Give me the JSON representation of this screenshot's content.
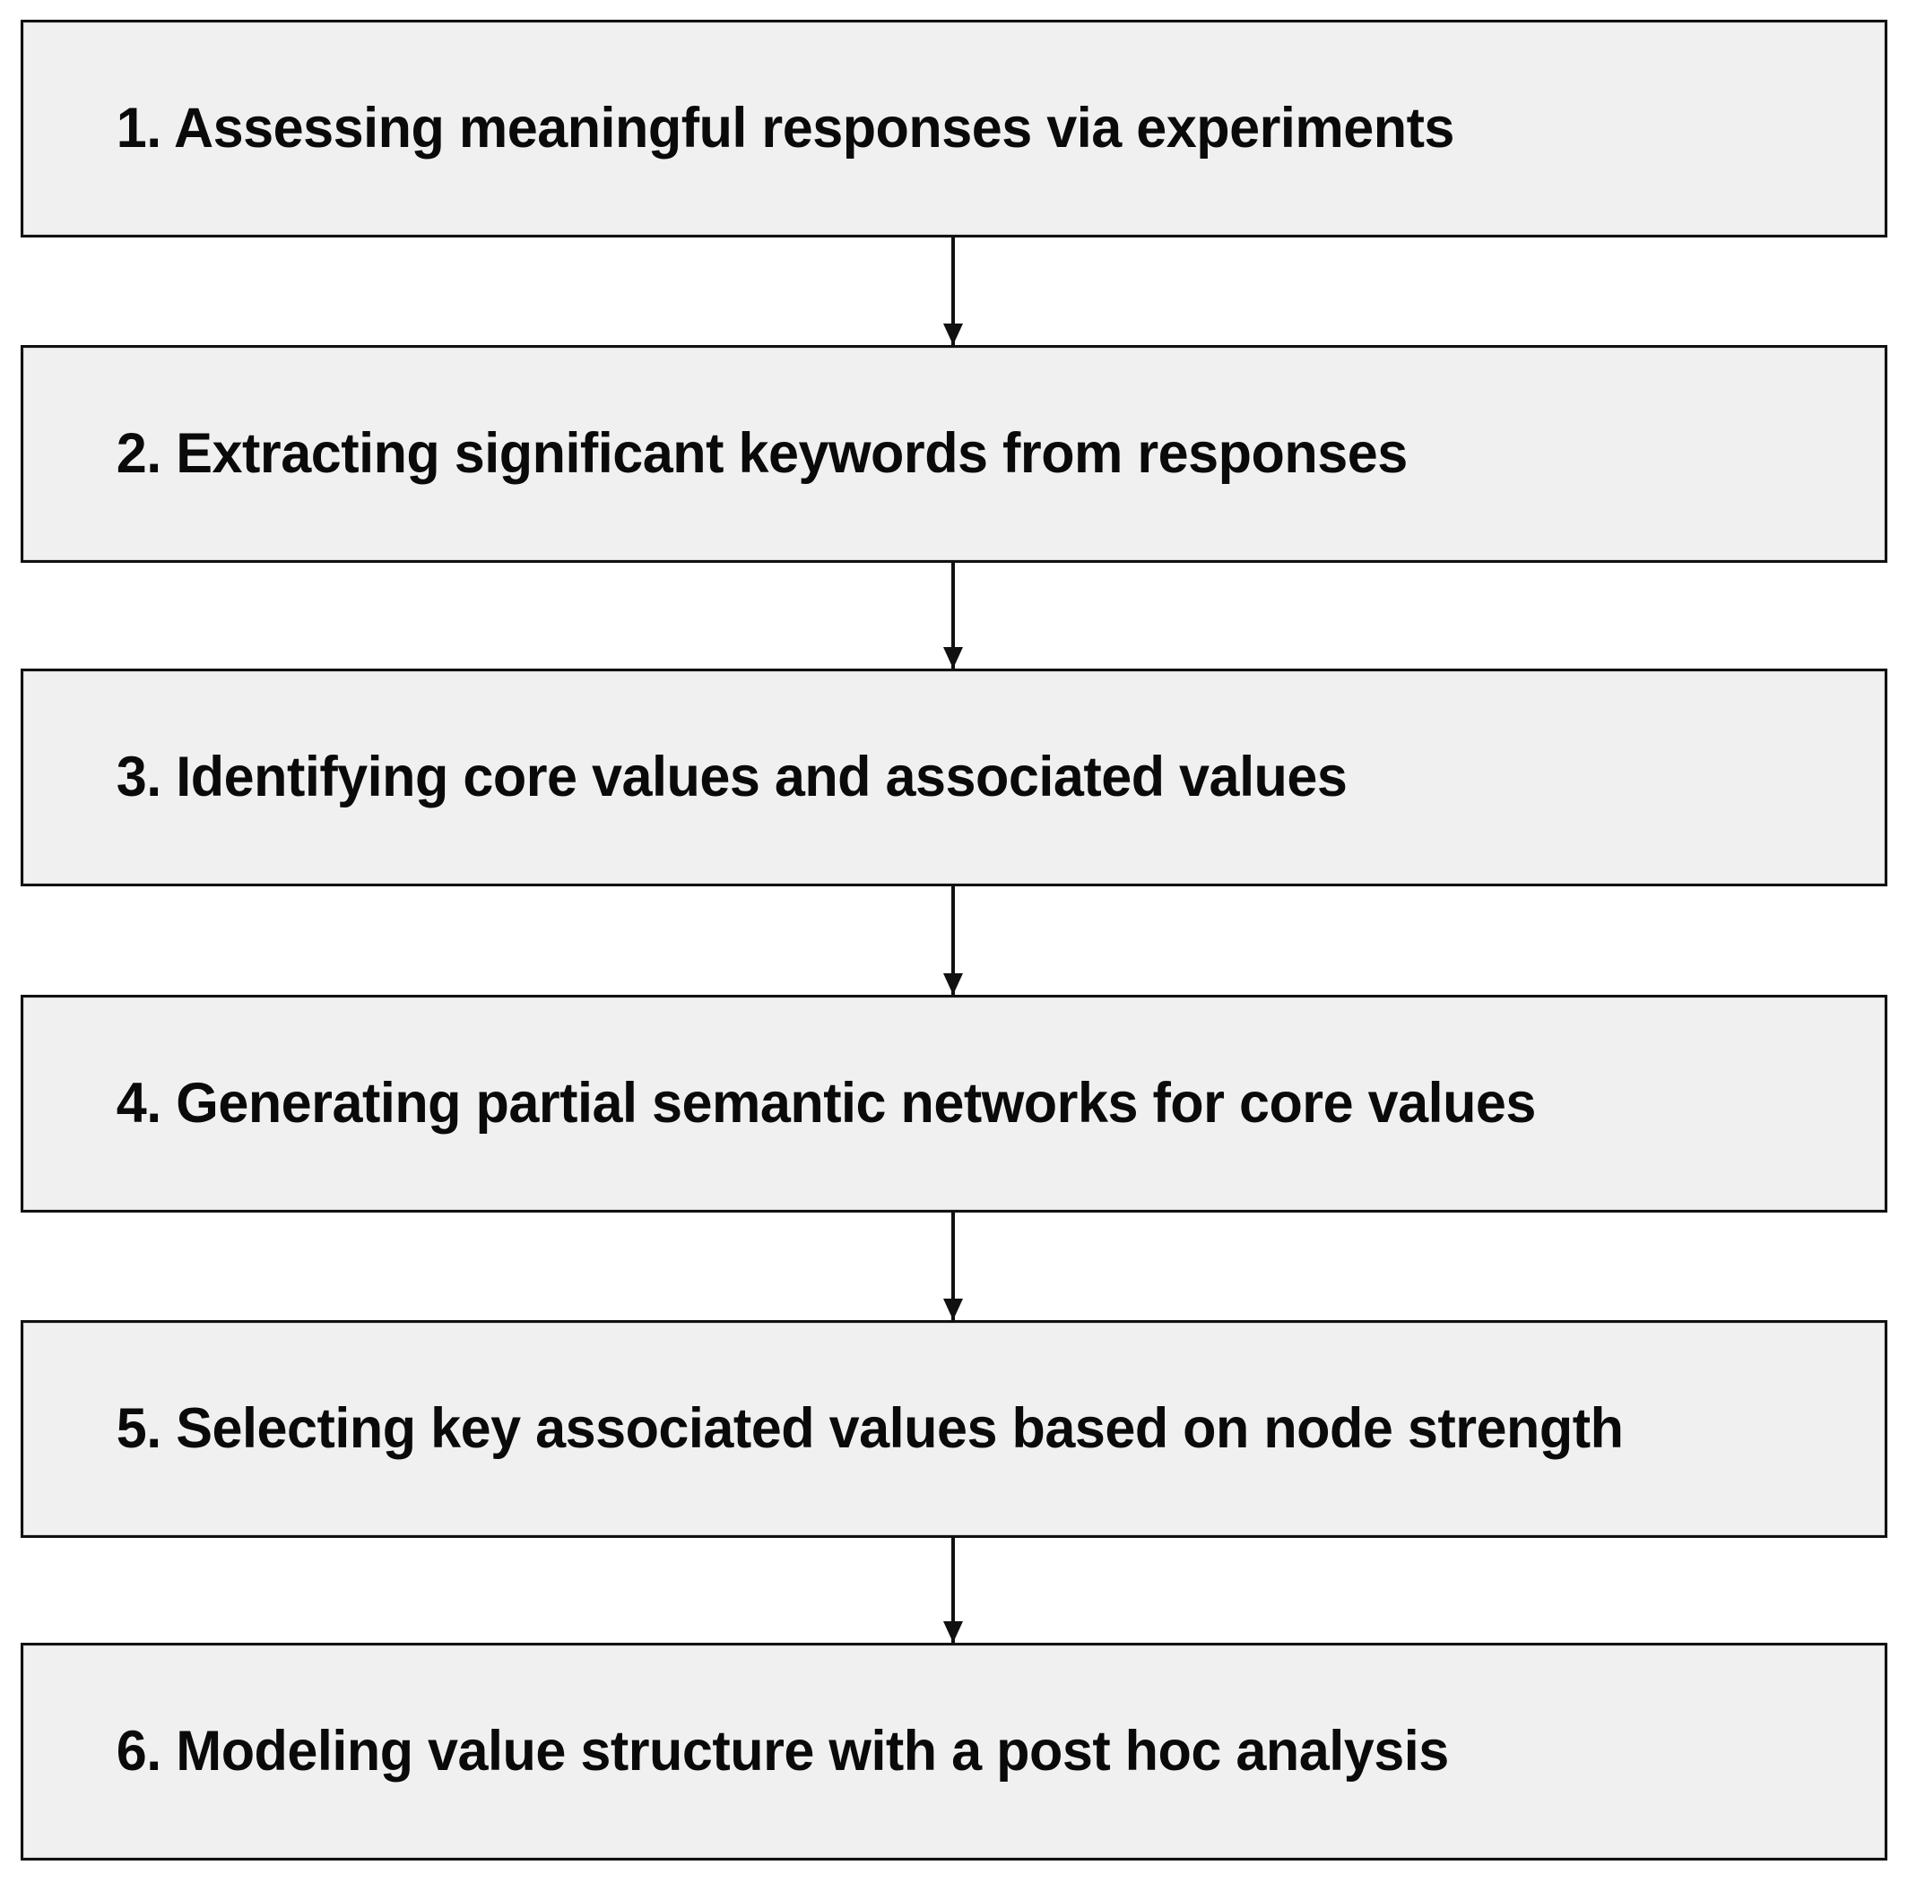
{
  "diagram": {
    "type": "vertical-flowchart",
    "title": "",
    "background_color": "#ffffff",
    "node_fill_color": "#f0f0f0",
    "node_border_color": "#111111",
    "connector_color": "#111111",
    "steps": [
      {
        "number": "1",
        "label": "1. Assessing meaningful responses via experiments"
      },
      {
        "number": "2",
        "label": "2. Extracting significant keywords from responses"
      },
      {
        "number": "3",
        "label": "3. Identifying core values and associated values"
      },
      {
        "number": "4",
        "label": "4. Generating partial semantic networks for core values"
      },
      {
        "number": "5",
        "label": "5. Selecting key associated values based on node strength"
      },
      {
        "number": "6",
        "label": "6. Modeling value structure with a post hoc analysis"
      }
    ],
    "connectors": [
      {
        "from": "1",
        "to": "2",
        "kind": "down-arrow"
      },
      {
        "from": "2",
        "to": "3",
        "kind": "down-arrow"
      },
      {
        "from": "3",
        "to": "4",
        "kind": "down-arrow"
      },
      {
        "from": "4",
        "to": "5",
        "kind": "down-arrow"
      },
      {
        "from": "5",
        "to": "6",
        "kind": "down-arrow"
      }
    ]
  }
}
